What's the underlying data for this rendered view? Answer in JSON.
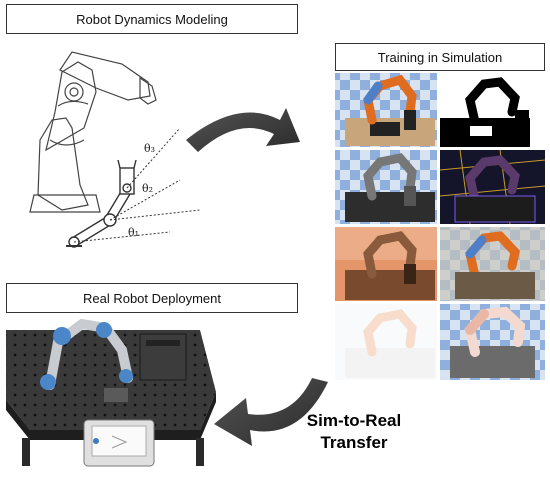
{
  "labels": {
    "dynamics": "Robot Dynamics Modeling",
    "simulation": "Training in Simulation",
    "deployment": "Real Robot Deployment",
    "transfer_line1": "Sim-to-Real",
    "transfer_line2": "Transfer"
  },
  "angles": {
    "t1": "θ₁",
    "t2": "θ₂",
    "t3": "θ₃"
  },
  "sim_tiles": [
    {
      "style": "orange-blue robot, checker floor"
    },
    {
      "style": "black silhouette mask"
    },
    {
      "style": "gray robot"
    },
    {
      "style": "dark neon edges"
    },
    {
      "style": "orange tinted"
    },
    {
      "style": "textured noisy"
    },
    {
      "style": "faded transparent"
    },
    {
      "style": "pink-white robot"
    }
  ]
}
